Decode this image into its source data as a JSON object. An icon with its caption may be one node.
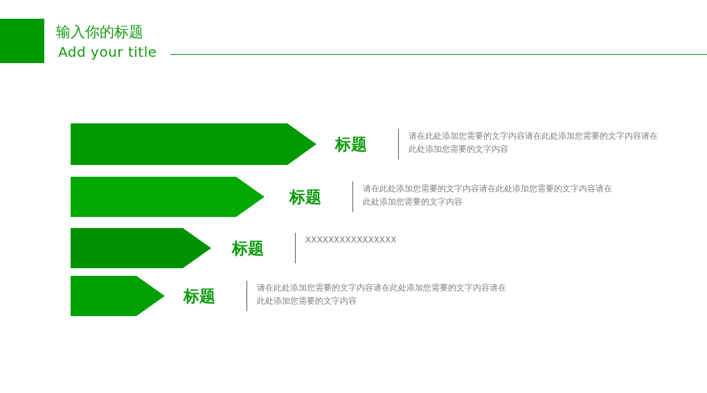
{
  "diagram": {
    "title": "输入你的标题",
    "nodes": [
      {
        "text": [
          "标题",
          "请在此处添加您需要的文字内容请在此处添加您需要的文字内容请在此处添加您需要的文字内容"
        ]
      },
      {
        "text": [
          "标题",
          "请在此处添加您需要的文字内容请在此处添加您需要的文字内容请在此处添加您需要的文字内容"
        ]
      },
      {
        "text": [
          "标题",
          "XXXXXXXXXXXXXXXX"
        ]
      },
      {
        "text": [
          "标题",
          "请在此处添加您需要的文字内容请在此处添加您需要的文字内容请在此处添加您需要的文字内容"
        ]
      }
    ],
    "edges": [],
    "labels": [
      "Add your title"
    ]
  }
}
